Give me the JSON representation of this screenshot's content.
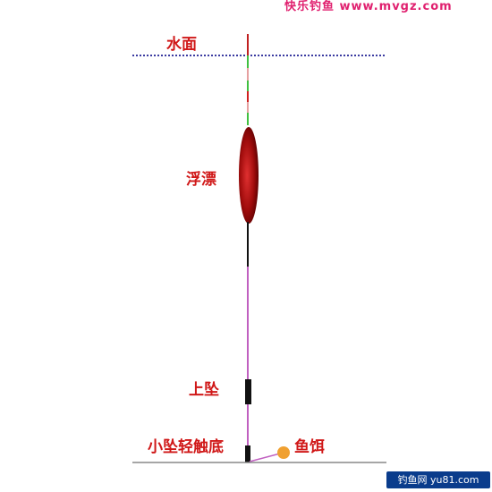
{
  "watermark_top": "快乐钓鱼 www.mvgz.com",
  "labels": {
    "water_surface": "水面",
    "float": "浮漂",
    "upper_sinker": "上坠",
    "lower_sinker_touching_bottom": "小坠轻触底",
    "bait": "鱼饵"
  },
  "watermark_bottom": "钓鱼网 yu81.com",
  "colors": {
    "label": "#d01818",
    "float_body": "#b01010",
    "line": "#c060c0",
    "sinker": "#111111",
    "bait": "#f0a030",
    "water_line": "#3a3aa0",
    "bottom_line": "#888888"
  }
}
